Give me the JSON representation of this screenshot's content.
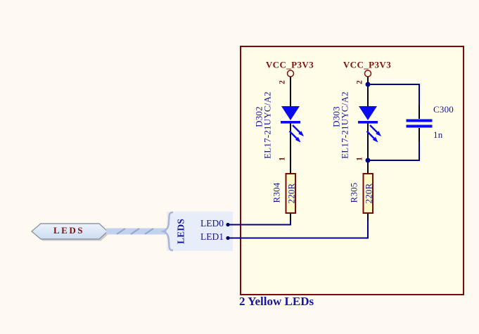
{
  "sheet": {
    "title": "2 Yellow LEDs"
  },
  "power": {
    "net1": "VCC_P3V3",
    "net2": "VCC_P3V3"
  },
  "harness": {
    "flag_label": "LEDS",
    "entry_label": "LEDS",
    "signal1": "LED0",
    "signal2": "LED1"
  },
  "led1": {
    "designator": "D302",
    "value": "EL17-21UYC/A2",
    "pin_top": "2",
    "pin_bottom": "1"
  },
  "led2": {
    "designator": "D303",
    "value": "EL17-21UYC/A2",
    "pin_top": "2",
    "pin_bottom": "1"
  },
  "res1": {
    "designator": "R304",
    "value": "220R"
  },
  "res2": {
    "designator": "R305",
    "value": "220R"
  },
  "cap": {
    "designator": "C300",
    "value": "1n"
  },
  "colors": {
    "background": "#FFFAF1",
    "sheet_region_fill": "#FFFDE7",
    "sheet_region_border": "#7A0A0A",
    "wire": "#000082",
    "pin": "#000000",
    "symbol_blue": "#0A0AF0",
    "resistor_fill": "#FFF9C9",
    "designator_text": "#14149B",
    "power_text": "#7E1211",
    "harness_fill": "#E8EEF9",
    "harness_cable": "#C3D3ED",
    "flag_fill_top": "#EDF3FC",
    "flag_fill_bottom": "#CCDCF2"
  }
}
